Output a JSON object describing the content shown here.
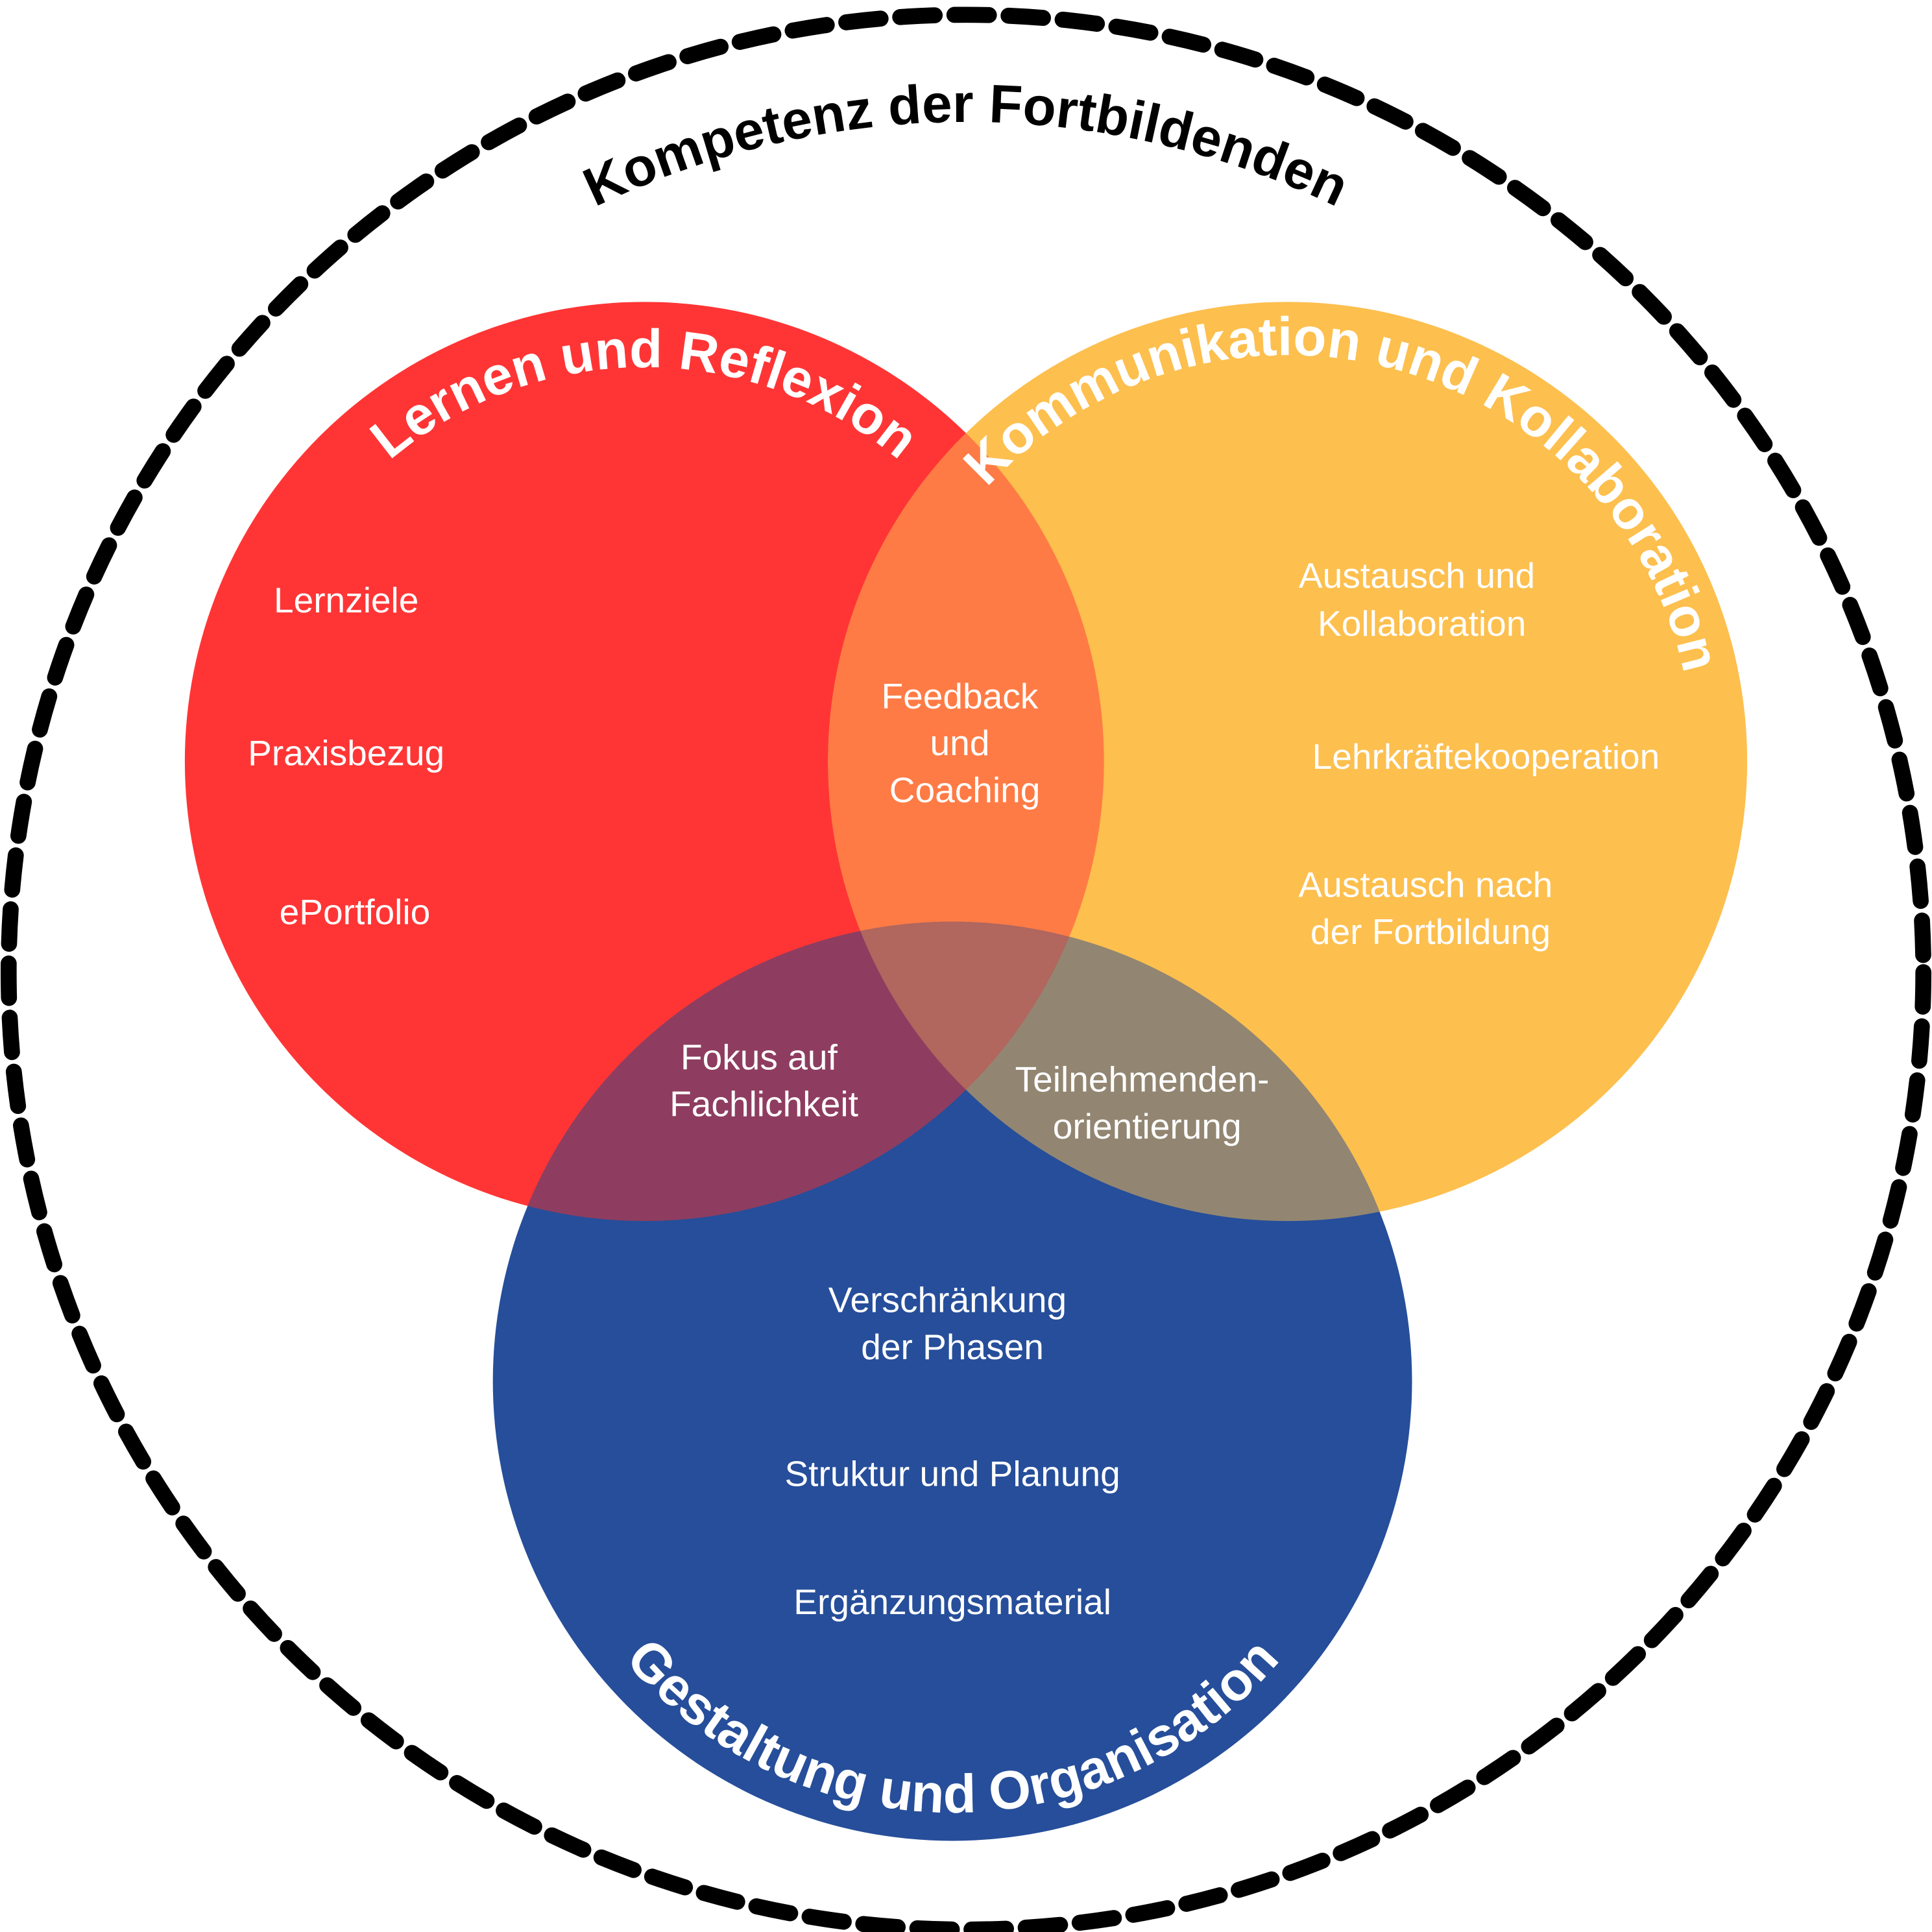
{
  "outer": {
    "title": "Kompetenz der Fortbildenden"
  },
  "circles": {
    "red": {
      "title": "Lernen und Reflexion",
      "color": "#FF3535",
      "items": [
        "Lernziele",
        "Praxisbezug",
        "ePortfolio"
      ]
    },
    "yellow": {
      "title": "Kommunikation und Kollaboration",
      "color": "#FDBF4E",
      "items": [
        [
          "Austausch und",
          "Kollaboration"
        ],
        "Lehrkräftekooperation",
        [
          "Austausch nach",
          "der Fortbildung"
        ]
      ]
    },
    "blue": {
      "title": "Gestaltung und Organisation",
      "color": "#264E9A",
      "items": [
        [
          "Verschränkung",
          "der Phasen"
        ],
        "Struktur und Planung",
        "Ergänzungsmaterial"
      ]
    }
  },
  "overlaps": {
    "red_yellow": {
      "lines": [
        "Feedback",
        "und",
        "Coaching"
      ],
      "color": "#FF7B45"
    },
    "red_blue": {
      "lines": [
        "Fokus auf",
        "Fachlichkeit"
      ],
      "color": "#8E3D60"
    },
    "yellow_blue": {
      "lines": [
        "Teilnehmenden-",
        "orientierung"
      ],
      "color": "#928672"
    },
    "center": {
      "color": "#B1665E"
    }
  }
}
